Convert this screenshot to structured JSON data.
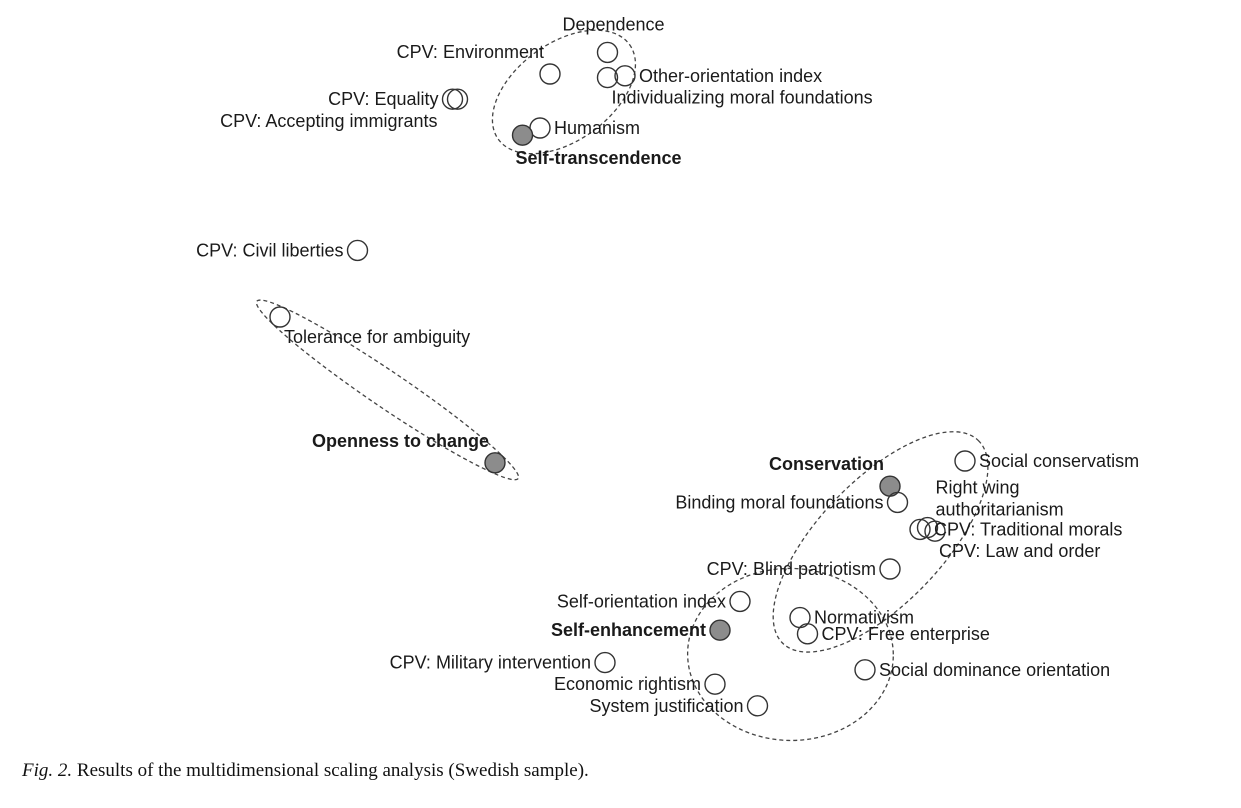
{
  "caption": {
    "figure_label": "Fig. 2.",
    "text": "Results of the multidimensional scaling analysis (Swedish sample)."
  },
  "chart_data": {
    "type": "scatter",
    "title": "",
    "xlabel": "",
    "ylabel": "",
    "xlim": [
      -2,
      2
    ],
    "ylim": [
      -2,
      2
    ],
    "grid": false,
    "axes_visible": false,
    "legend": "none",
    "marker_colors": {
      "value_dimension": "#8c8c8c",
      "variable": "#ffffff",
      "stroke": "#333333"
    },
    "points": [
      {
        "label": "Dependence",
        "x": -0.29,
        "y": 1.82,
        "kind": "variable",
        "label_anchor": "top-center"
      },
      {
        "label": "CPV: Environment",
        "x": -0.52,
        "y": 1.7,
        "kind": "variable",
        "label_anchor": "upper-left"
      },
      {
        "label": "Other-orientation index",
        "x": -0.22,
        "y": 1.69,
        "kind": "variable",
        "label_anchor": "right"
      },
      {
        "label": "Individualizing moral foundations",
        "x": -0.29,
        "y": 1.68,
        "kind": "variable",
        "label_anchor": "lower-right"
      },
      {
        "label": "CPV: Equality",
        "x": -0.91,
        "y": 1.56,
        "kind": "variable",
        "label_anchor": "left"
      },
      {
        "label": "CPV: Accepting immigrants",
        "x": -0.89,
        "y": 1.56,
        "kind": "variable",
        "label_anchor": "lower-left"
      },
      {
        "label": "Humanism",
        "x": -0.56,
        "y": 1.4,
        "kind": "variable",
        "label_anchor": "right"
      },
      {
        "label": "Self-transcendence",
        "x": -0.63,
        "y": 1.36,
        "kind": "value_dimension",
        "label_anchor": "below"
      },
      {
        "label": "CPV: Civil liberties",
        "x": -1.29,
        "y": 0.72,
        "kind": "variable",
        "label_anchor": "left"
      },
      {
        "label": "Tolerance for ambiguity",
        "x": -1.6,
        "y": 0.35,
        "kind": "variable",
        "label_anchor": "lower-right"
      },
      {
        "label": "Openness to change",
        "x": -0.74,
        "y": -0.46,
        "kind": "value_dimension",
        "label_anchor": "upper-left"
      },
      {
        "label": "Social conservatism",
        "x": 1.14,
        "y": -0.45,
        "kind": "variable",
        "label_anchor": "right"
      },
      {
        "label": "Conservation",
        "x": 0.84,
        "y": -0.59,
        "kind": "value_dimension",
        "label_anchor": "upper-left"
      },
      {
        "label": "Binding moral foundations",
        "x": 0.87,
        "y": -0.68,
        "kind": "variable",
        "label_anchor": "left"
      },
      {
        "label": "Right wing authoritarianism",
        "x": 0.99,
        "y": -0.82,
        "kind": "variable",
        "label_anchor": "upper-right"
      },
      {
        "label": "CPV: Traditional morals",
        "x": 0.96,
        "y": -0.83,
        "kind": "variable",
        "label_anchor": "right"
      },
      {
        "label": "CPV: Law and order",
        "x": 1.02,
        "y": -0.84,
        "kind": "variable",
        "label_anchor": "lower-right"
      },
      {
        "label": "CPV: Blind patriotism",
        "x": 0.84,
        "y": -1.05,
        "kind": "variable",
        "label_anchor": "left"
      },
      {
        "label": "Self-orientation index",
        "x": 0.24,
        "y": -1.23,
        "kind": "variable",
        "label_anchor": "left"
      },
      {
        "label": "Normativism",
        "x": 0.48,
        "y": -1.32,
        "kind": "variable",
        "label_anchor": "right"
      },
      {
        "label": "Self-enhancement",
        "x": 0.16,
        "y": -1.39,
        "kind": "value_dimension",
        "label_anchor": "left"
      },
      {
        "label": "CPV: Free enterprise",
        "x": 0.51,
        "y": -1.41,
        "kind": "variable",
        "label_anchor": "right"
      },
      {
        "label": "CPV: Military intervention",
        "x": -0.3,
        "y": -1.57,
        "kind": "variable",
        "label_anchor": "left"
      },
      {
        "label": "Social dominance orientation",
        "x": 0.74,
        "y": -1.61,
        "kind": "variable",
        "label_anchor": "right"
      },
      {
        "label": "Economic rightism",
        "x": 0.14,
        "y": -1.69,
        "kind": "variable",
        "label_anchor": "left"
      },
      {
        "label": "System justification",
        "x": 0.31,
        "y": -1.81,
        "kind": "variable",
        "label_anchor": "left"
      }
    ],
    "clusters": [
      {
        "name": "Self-transcendence",
        "members": [
          "Dependence",
          "CPV: Environment",
          "Other-orientation index",
          "Individualizing moral foundations",
          "Humanism",
          "Self-transcendence"
        ]
      },
      {
        "name": "Openness to change",
        "members": [
          "Tolerance for ambiguity",
          "Openness to change"
        ]
      },
      {
        "name": "Conservation",
        "members": [
          "Social conservatism",
          "Conservation",
          "Binding moral foundations",
          "Right wing authoritarianism",
          "CPV: Traditional morals",
          "CPV: Law and order",
          "CPV: Blind patriotism",
          "Normativism",
          "CPV: Free enterprise"
        ]
      },
      {
        "name": "Self-enhancement",
        "members": [
          "Self-orientation index",
          "Self-enhancement",
          "Normativism",
          "CPV: Free enterprise",
          "Social dominance orientation",
          "Economic rightism",
          "System justification"
        ]
      }
    ]
  }
}
